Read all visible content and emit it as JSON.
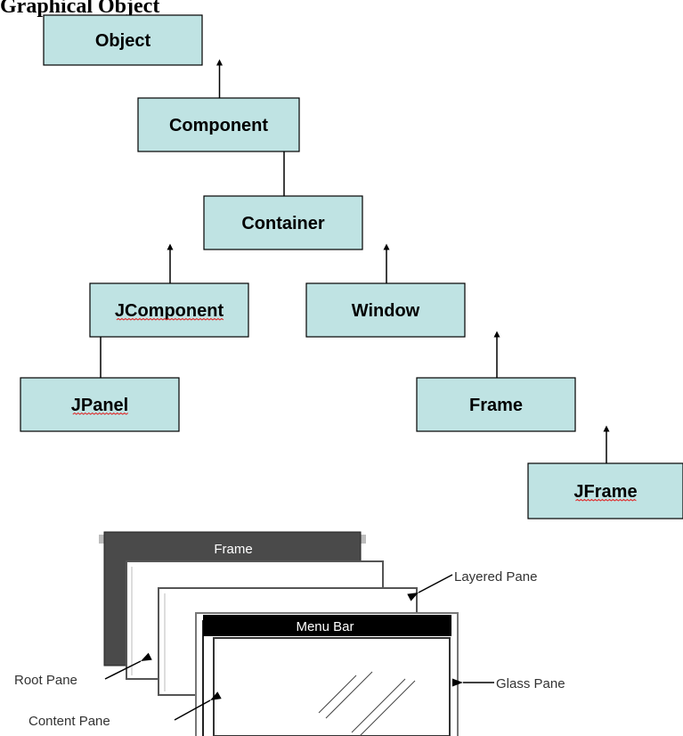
{
  "heading": "Graphical Object",
  "hierarchy": {
    "nodes": [
      {
        "id": "object",
        "label": "Object"
      },
      {
        "id": "component",
        "label": "Component"
      },
      {
        "id": "container",
        "label": "Container"
      },
      {
        "id": "jcomponent",
        "label": "JComponent"
      },
      {
        "id": "window",
        "label": "Window"
      },
      {
        "id": "jpanel",
        "label": "JPanel"
      },
      {
        "id": "frame",
        "label": "Frame"
      },
      {
        "id": "jframe",
        "label": "JFrame"
      }
    ],
    "edges": [
      {
        "from": "component",
        "to": "object"
      },
      {
        "from": "container",
        "to": "component"
      },
      {
        "from": "jcomponent",
        "to": "container"
      },
      {
        "from": "window",
        "to": "container"
      },
      {
        "from": "jpanel",
        "to": "jcomponent"
      },
      {
        "from": "frame",
        "to": "window"
      },
      {
        "from": "jframe",
        "to": "frame"
      }
    ],
    "spellcheck_underlined": [
      "jcomponent",
      "jpanel",
      "jframe"
    ]
  },
  "panes": {
    "frame_title": "Frame",
    "menu_bar": "Menu Bar",
    "labels": {
      "layered_pane": "Layered Pane",
      "root_pane": "Root Pane",
      "glass_pane": "Glass Pane",
      "content_pane": "Content Pane"
    }
  },
  "colors": {
    "box_fill": "#bfe3e3",
    "box_stroke": "#000000",
    "frame_back": "#4a4a4a",
    "menu_bar": "#000000",
    "spellcheck": "#e02020"
  }
}
